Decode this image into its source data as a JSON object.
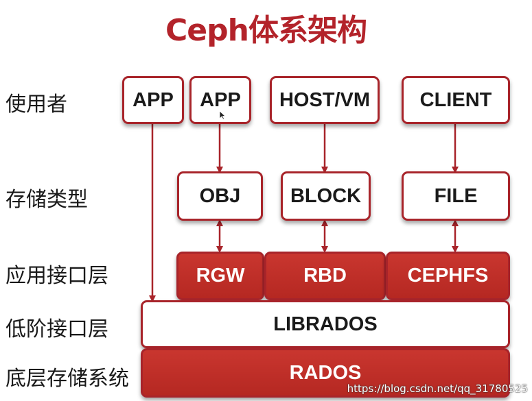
{
  "title": "Ceph体系架构",
  "row_labels": [
    "使用者",
    "存储类型",
    "应用接口层",
    "低阶接口层",
    "底层存储系统"
  ],
  "users": [
    "APP",
    "APP",
    "HOST/VM",
    "CLIENT"
  ],
  "storage_types": [
    "OBJ",
    "BLOCK",
    "FILE"
  ],
  "interfaces": [
    "RGW",
    "RBD",
    "CEPHFS"
  ],
  "low_level": "LIBRADOS",
  "storage_system": "RADOS",
  "watermark": "https://blog.csdn.net/qq_31780525",
  "colors": {
    "accent": "#b3232a",
    "border": "#a8242a",
    "fill": "#c0302c"
  }
}
